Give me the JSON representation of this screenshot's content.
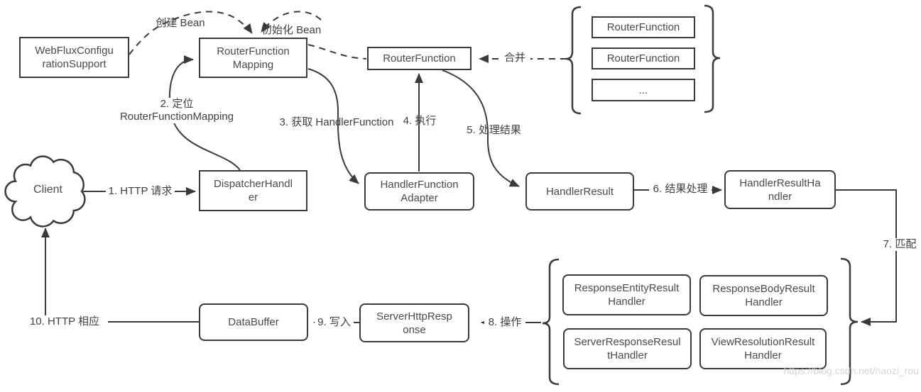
{
  "page": {
    "watermark": "https://blog.csdn.net/haozi_rou"
  },
  "colors": {
    "line": "#3a3a3a",
    "text": "#4a4a4a",
    "watermark": "#d2d6dc",
    "background": "#ffffff"
  },
  "nodes": {
    "client": "Client",
    "webflux_config": "WebFluxConfigurationSupport",
    "router_function_mapping": "RouterFunctionMapping",
    "router_function": "RouterFunction",
    "dispatcher_handler": "DispatcherHandler",
    "handler_function_adapter": "HandlerFunctionAdapter",
    "handler_result": "HandlerResult",
    "handler_result_handler": "HandlerResultHandler",
    "data_buffer": "DataBuffer",
    "server_http_response": "ServerHttpResponse"
  },
  "groups": {
    "router_functions": [
      "RouterFunction",
      "RouterFunction",
      "..."
    ],
    "result_handlers": [
      "ResponseEntityResultHandler",
      "ResponseBodyResultHandler",
      "ServerResponseResultHandler",
      "ViewResolutionResultHandler"
    ]
  },
  "edges": {
    "create_bean": "创建 Bean",
    "init_bean": "初始化 Bean",
    "merge": "合并",
    "step1": "1. HTTP 请求",
    "step2": "2. 定位 RouterFunctionMapping",
    "step3": "3. 获取 HandlerFunction",
    "step4": "4. 执行",
    "step5": "5. 处理结果",
    "step6": "6. 结果处理",
    "step7": "7. 匹配",
    "step8": "8. 操作",
    "step9": "9. 写入",
    "step10": "10. HTTP 相应"
  }
}
